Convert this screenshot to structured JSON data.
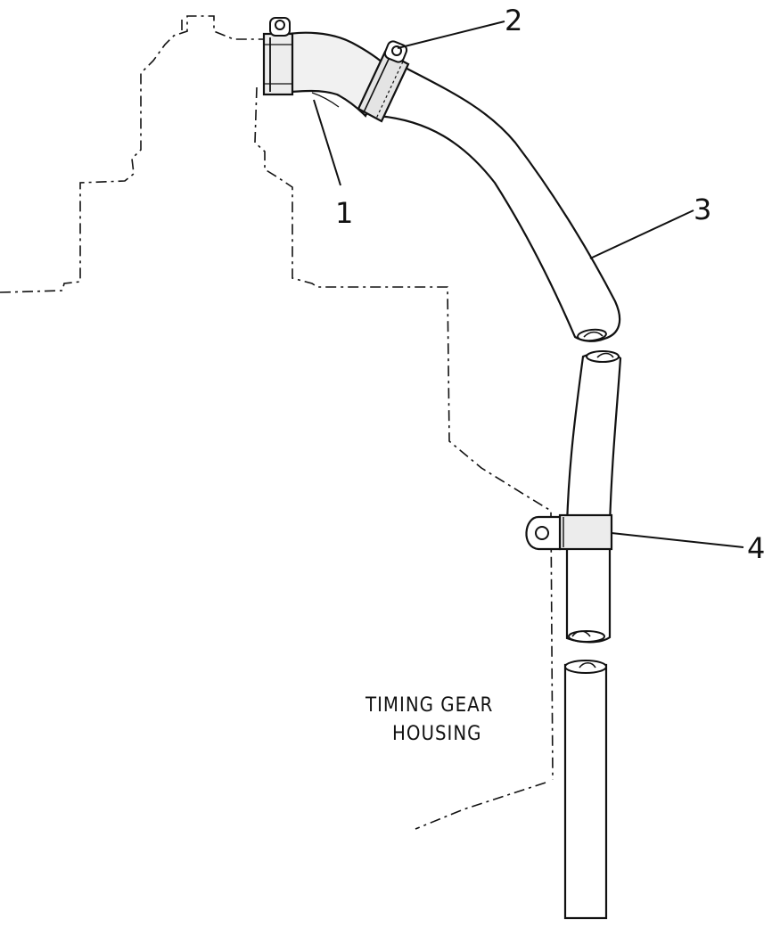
{
  "diagram": {
    "callouts": {
      "c1": "1",
      "c2": "2",
      "c3": "3",
      "c4": "4"
    },
    "housing_label": {
      "line1": "TIMING GEAR",
      "line2": "HOUSING"
    },
    "colors": {
      "line": "#111111",
      "fill_light": "#f1f1f1",
      "fill_mid": "#e4e4e4",
      "background": "#ffffff"
    }
  }
}
